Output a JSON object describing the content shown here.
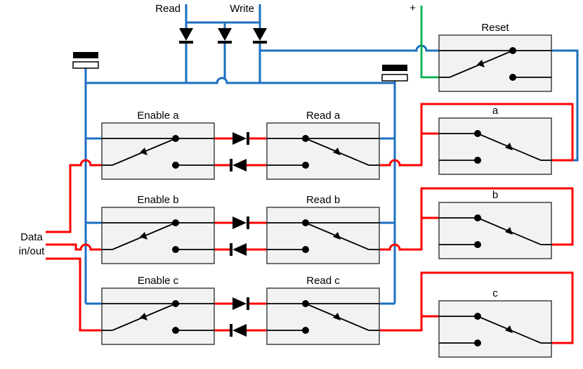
{
  "diagram": {
    "top": {
      "read_label": "Read",
      "write_label": "Write",
      "plus_label": "+"
    },
    "reset": {
      "label": "Reset"
    },
    "rows": {
      "a": {
        "enable_label": "Enable a",
        "read_label": "Read a",
        "latch_label": "a"
      },
      "b": {
        "enable_label": "Enable b",
        "read_label": "Read b",
        "latch_label": "b"
      },
      "c": {
        "enable_label": "Enable c",
        "read_label": "Read c",
        "latch_label": "c"
      }
    },
    "data_io": {
      "line1": "Data",
      "line2": "in/out"
    },
    "colors": {
      "control_blue": "#1B6FC0",
      "data_red": "#FF0000",
      "supply_green": "#00B050",
      "box_fill": "#F2F2F2",
      "box_border": "#404040",
      "symbol_black": "#000000"
    }
  }
}
